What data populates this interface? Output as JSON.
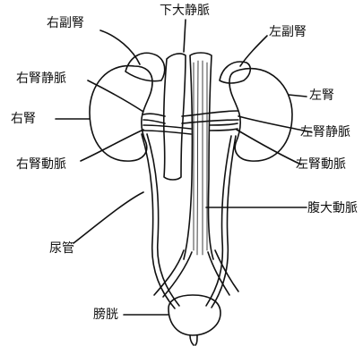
{
  "labels": {
    "right_adrenal": "右副腎",
    "ivc": "下大静脈",
    "left_adrenal": "左副腎",
    "right_renal_vein": "右腎静脈",
    "left_kidney": "左腎",
    "right_kidney": "右腎",
    "left_renal_vein": "左腎静脈",
    "right_renal_artery": "右腎動脈",
    "left_renal_artery": "左腎動脈",
    "aorta": "腹大動脈",
    "ureter": "尿管",
    "bladder": "膀胱"
  },
  "colors": {
    "ink": "#111111",
    "background": "#ffffff"
  }
}
